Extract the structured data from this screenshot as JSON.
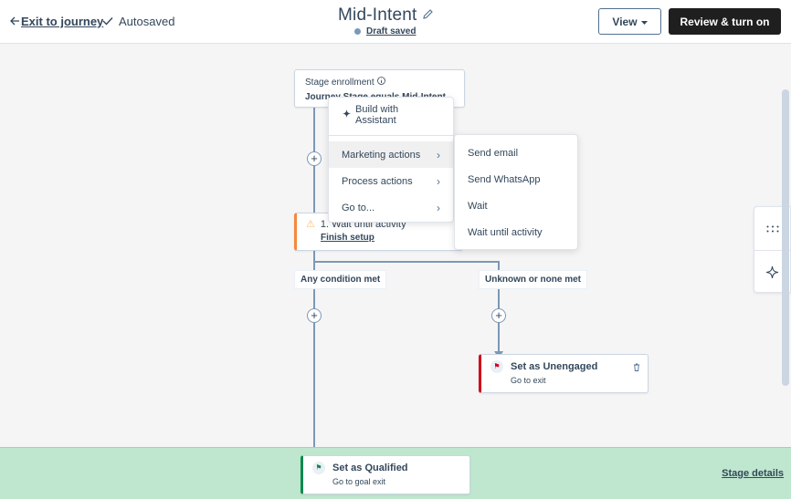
{
  "header": {
    "exit_label": "Exit to journey",
    "autosaved_label": "Autosaved",
    "title": "Mid-Intent",
    "draft_status": "Draft saved",
    "view_label": "View",
    "review_label": "Review & turn on"
  },
  "icons": {
    "back_arrow": "arrow-left-icon",
    "check": "check-icon",
    "pencil": "pencil-icon",
    "caret": "caret-down-icon",
    "info": "info-icon",
    "warning": "warning-icon",
    "flag": "flag-icon",
    "trash": "trash-icon",
    "grid": "grid-icon",
    "sparkle": "sparkle-icon",
    "chevron": "chevron-right-icon"
  },
  "canvas": {
    "enrollment": {
      "label": "Stage enrollment",
      "value": "Journey Stage equals Mid-Intent"
    },
    "wait_step": {
      "title": "1. Wait until activity",
      "action": "Finish setup"
    },
    "branches": {
      "left_label": "Any condition met",
      "right_label": "Unknown or none met"
    },
    "unengaged": {
      "title": "Set as Unengaged",
      "subtitle": "Go to exit"
    },
    "qualified": {
      "title": "Set as Qualified",
      "subtitle": "Go to goal exit"
    },
    "stage_details": "Stage details"
  },
  "menu": {
    "build_label": "Build with Assistant",
    "items": [
      {
        "label": "Marketing actions"
      },
      {
        "label": "Process actions"
      },
      {
        "label": "Go to..."
      }
    ],
    "submenu": [
      {
        "label": "Send email"
      },
      {
        "label": "Send WhatsApp"
      },
      {
        "label": "Wait"
      },
      {
        "label": "Wait until activity"
      }
    ]
  },
  "colors": {
    "primary_button": "#1f1f1f",
    "goal_band": "#bfe6cf",
    "warning_accent": "#f5883f",
    "exit_accent": "#d0021b",
    "goal_accent": "#0c8a4f"
  }
}
